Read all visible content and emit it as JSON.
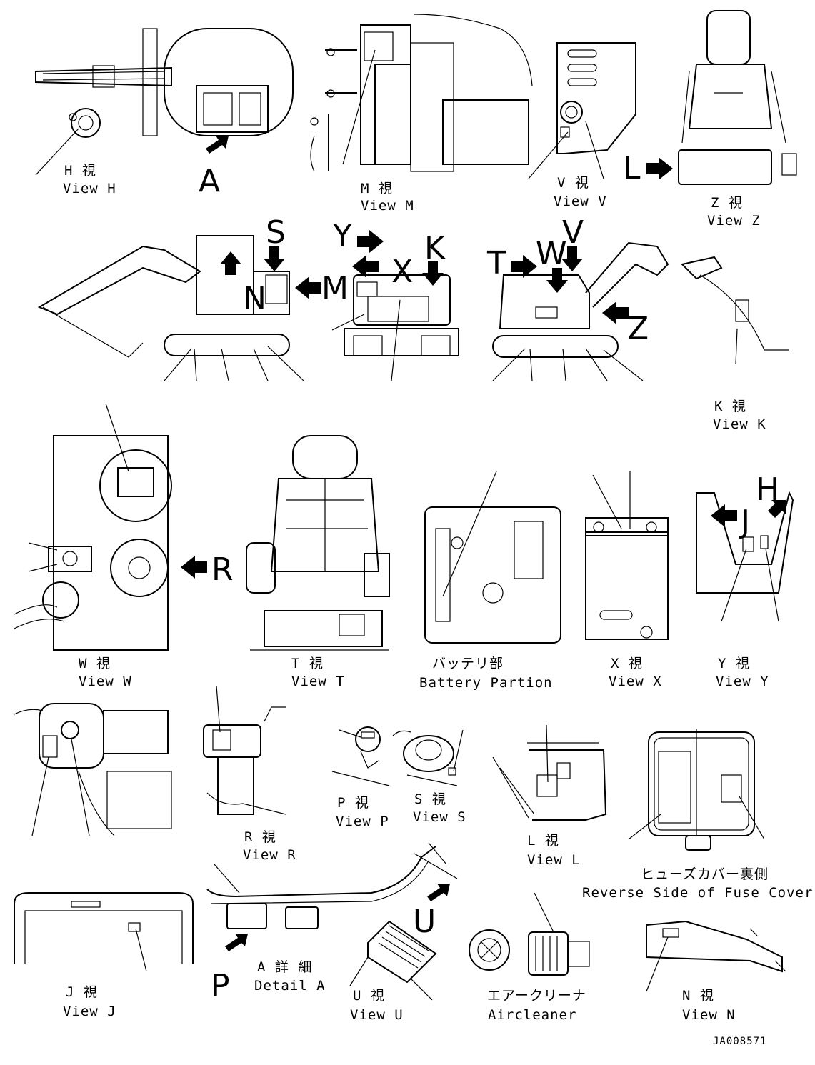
{
  "views": {
    "h": {
      "jp": "H 視",
      "en": "View H"
    },
    "m": {
      "jp": "M 視",
      "en": "View M"
    },
    "v": {
      "jp": "V 視",
      "en": "View V"
    },
    "z": {
      "jp": "Z 視",
      "en": "View Z"
    },
    "k": {
      "jp": "K 視",
      "en": "View K"
    },
    "w": {
      "jp": "W 視",
      "en": "View W"
    },
    "t": {
      "jp": "T 視",
      "en": "View T"
    },
    "battery": {
      "jp": "バッテリ部",
      "en": "Battery Partion"
    },
    "x": {
      "jp": "X 視",
      "en": "View X"
    },
    "y": {
      "jp": "Y 視",
      "en": "View Y"
    },
    "r": {
      "jp": "R 視",
      "en": "View R"
    },
    "p": {
      "jp": "P 視",
      "en": "View P"
    },
    "s": {
      "jp": "S 視",
      "en": "View S"
    },
    "l": {
      "jp": "L 視",
      "en": "View L"
    },
    "fuse": {
      "jp": "ヒューズカバー裏側",
      "en": "Reverse Side of Fuse Cover"
    },
    "j": {
      "jp": "J 視",
      "en": "View J"
    },
    "detail_a": {
      "jp": "A 詳 細",
      "en": "Detail A"
    },
    "u": {
      "jp": "U 視",
      "en": "View U"
    },
    "aircleaner": {
      "jp": "エアークリーナ",
      "en": "Aircleaner"
    },
    "n": {
      "jp": "N 視",
      "en": "View N"
    }
  },
  "letters": {
    "a": "A",
    "l": "L",
    "s": "S",
    "n": "N",
    "m": "M",
    "y": "Y",
    "k": "K",
    "x": "X",
    "t": "T",
    "w": "W",
    "v": "V",
    "z": "Z",
    "r": "R",
    "j": "J",
    "h": "H",
    "u": "U",
    "p": "P"
  },
  "drawing_number": "JA008571"
}
